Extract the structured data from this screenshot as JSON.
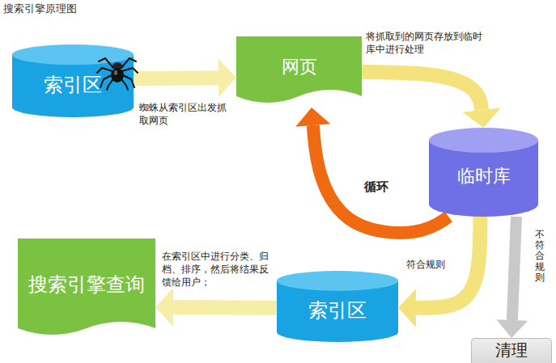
{
  "diagram": {
    "title": "搜索引擎原理图",
    "nodes": [
      {
        "text": [
          "索引区"
        ]
      },
      {
        "text": [
          "网页"
        ]
      },
      {
        "text": [
          "临时库"
        ]
      },
      {
        "text": [
          "索引区"
        ]
      },
      {
        "text": [
          "搜索引擎查询"
        ]
      },
      {
        "text": [
          "清理"
        ]
      }
    ],
    "edges": [
      {
        "from": 0,
        "to": 1,
        "label": "蜘蛛从索引区出发抓取网页",
        "arrow": "to"
      },
      {
        "from": 1,
        "to": 2,
        "label": "将抓取到的网页存放到临时库中进行处理",
        "arrow": "to"
      },
      {
        "from": 2,
        "to": 1,
        "label": "循环",
        "arrow": "to"
      },
      {
        "from": 2,
        "to": 3,
        "label": "符合规则",
        "arrow": "to"
      },
      {
        "from": 2,
        "to": 5,
        "label": "不符合规则",
        "arrow": "to"
      },
      {
        "from": 3,
        "to": 4,
        "label": "在索引区中进行分类、归档、排序，然后将结果反馈给用户；",
        "arrow": "to"
      }
    ]
  }
}
